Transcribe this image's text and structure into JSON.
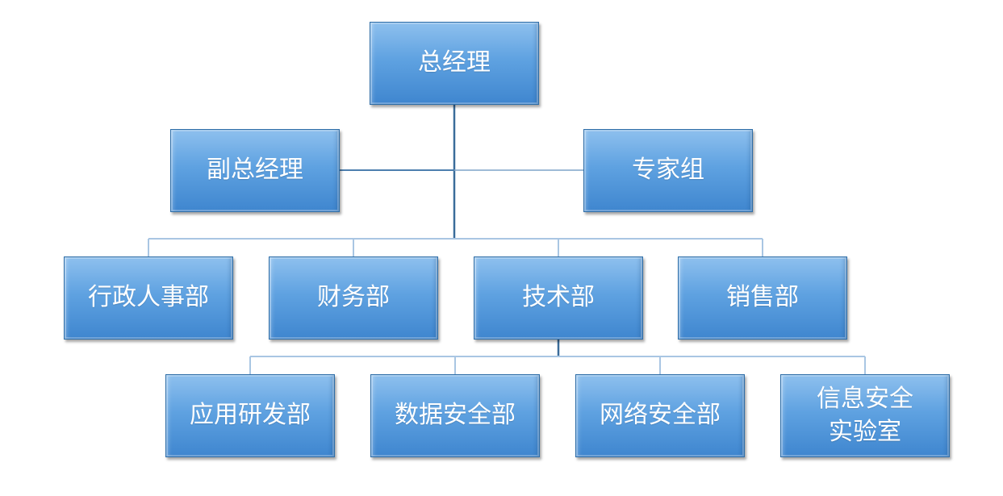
{
  "nodes": {
    "ceo": "总经理",
    "deputy": "副总经理",
    "expert_group": "专家组",
    "admin_hr": "行政人事部",
    "finance": "财务部",
    "tech": "技术部",
    "sales": "销售部",
    "app_dev": "应用研发部",
    "data_security": "数据安全部",
    "network_security": "网络安全部",
    "info_security_lab": "信息安全\n实验室"
  },
  "colors": {
    "node_fill": "#5fa2e1",
    "node_border": "#2f6ea8",
    "main_line": "#3a6c9a",
    "branch_line": "#a9c6e3"
  }
}
